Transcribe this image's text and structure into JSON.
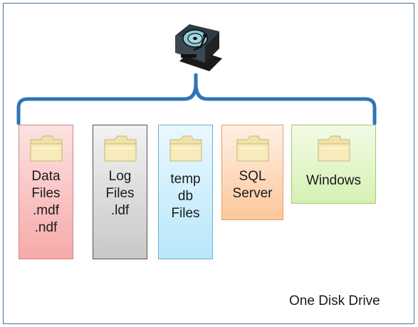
{
  "diagram": {
    "disk_icon": "hard-disk-icon",
    "folder_icon": "folder-icon",
    "footer_label": "One Disk Drive",
    "cards": [
      {
        "id": "data",
        "label": "Data\nFiles\n.mdf\n.ndf",
        "color": "#f7a9a9"
      },
      {
        "id": "log",
        "label": "Log\nFiles\n.ldf",
        "color": "#c8c8c8"
      },
      {
        "id": "temp",
        "label": "temp\ndb\nFiles",
        "color": "#b8e7fb"
      },
      {
        "id": "sql",
        "label": "SQL\nServer",
        "color": "#fcc79c"
      },
      {
        "id": "win",
        "label": "Windows",
        "color": "#d6f0b3"
      }
    ]
  }
}
